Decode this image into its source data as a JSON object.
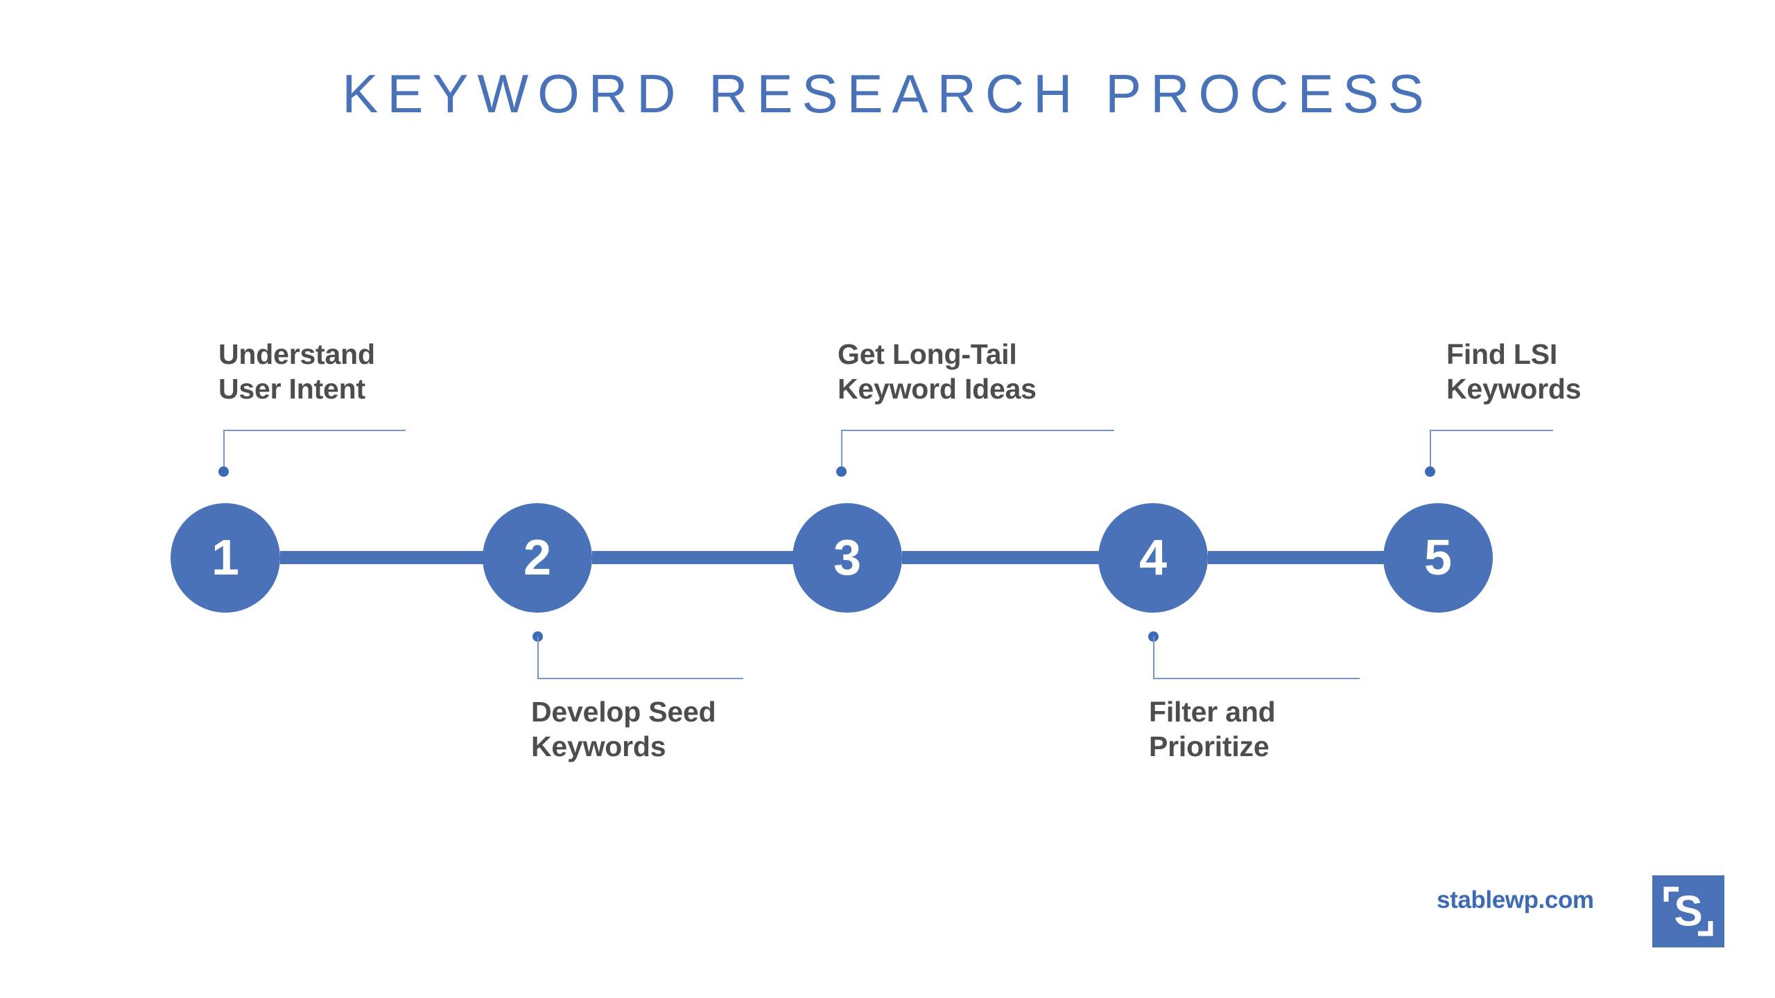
{
  "page": {
    "title": "KEYWORD RESEARCH PROCESS",
    "background_color": "#ffffff"
  },
  "colors": {
    "brand_blue": "#4a72b8",
    "leader_line_blue": "#7a96c8",
    "dot_blue": "#3d6ab5",
    "label_gray": "#4d4d4d",
    "number_white": "#ffffff"
  },
  "chart_data": {
    "type": "diagram",
    "subtype": "horizontal-numbered-process-flow",
    "title": "KEYWORD RESEARCH PROCESS",
    "step_count": 5,
    "steps": [
      {
        "number": "1",
        "label": "Understand\nUser Intent",
        "label_position": "above"
      },
      {
        "number": "2",
        "label": "Develop Seed\nKeywords",
        "label_position": "below"
      },
      {
        "number": "3",
        "label": "Get Long-Tail\nKeyword Ideas",
        "label_position": "above"
      },
      {
        "number": "4",
        "label": "Filter and\nPrioritize",
        "label_position": "below"
      },
      {
        "number": "5",
        "label": "Find LSI\nKeywords",
        "label_position": "above"
      }
    ]
  },
  "steps": [
    {
      "number": "1",
      "label": "Understand\nUser Intent"
    },
    {
      "number": "2",
      "label": "Develop Seed\nKeywords"
    },
    {
      "number": "3",
      "label": "Get Long-Tail\nKeyword Ideas"
    },
    {
      "number": "4",
      "label": "Filter and\nPrioritize"
    },
    {
      "number": "5",
      "label": "Find LSI\nKeywords"
    }
  ],
  "brand": {
    "name": "stablewp.com",
    "mark_letter": "S"
  }
}
